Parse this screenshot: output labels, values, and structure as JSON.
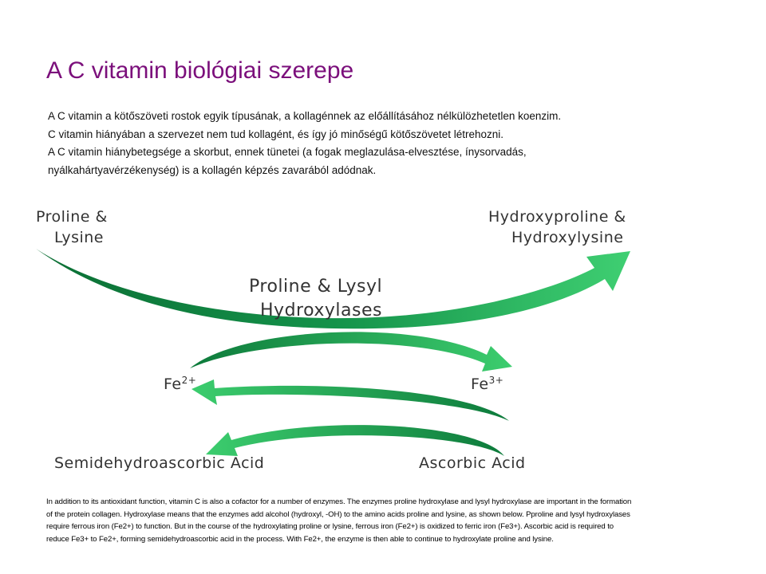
{
  "title": "A C vitamin biológiai szerepe",
  "intro_lines": [
    "A C vitamin a kötőszöveti rostok egyik típusának, a kollagénnek az előállításához nélkülözhetetlen koenzim.",
    "C vitamin hiányában a szervezet nem tud kollagént, és így jó minőségű kötőszövetet létrehozni.",
    "A C vitamin hiánybetegsége a skorbut, ennek tünetei (a fogak meglazulása-elvesztése, ínysorvadás,",
    "nyálkahártyavérzékenység) is a kollagén képzés zavarából adódnak."
  ],
  "diagram": {
    "substrate": [
      "Proline &",
      "Lysine"
    ],
    "product": [
      "Hydroxyproline &",
      "Hydroxylysine"
    ],
    "enzyme": [
      "Proline & Lysyl",
      "Hydroxylases"
    ],
    "fe2": "Fe",
    "fe2_sup": "2+",
    "fe3": "Fe",
    "fe3_sup": "3+",
    "semi": "Semidehydroascorbic Acid",
    "ascorbic": "Ascorbic Acid",
    "colors": {
      "dark_green": "#0b7a3a",
      "light_green": "#37c46b"
    }
  },
  "footer_lines": [
    "In addition to its antioxidant function, vitamin C is also a cofactor for a number of enzymes. The enzymes proline hydroxylase and lysyl hydroxylase are important in the formation",
    "of the protein collagen. Hydroxylase means that the enzymes add alcohol (hydroxyl, -OH) to the amino acids proline and lysine, as shown below. Pproline and lysyl hydroxylases",
    "require ferrous iron (Fe2+) to function. But in the course of the hydroxylating proline or lysine, ferrous iron (Fe2+) is oxidized to ferric iron (Fe3+). Ascorbic acid is required to",
    "reduce Fe3+ to Fe2+, forming semidehydroascorbic acid in the process. With Fe2+, the enzyme is then able to continue to hydroxylate proline and lysine."
  ]
}
